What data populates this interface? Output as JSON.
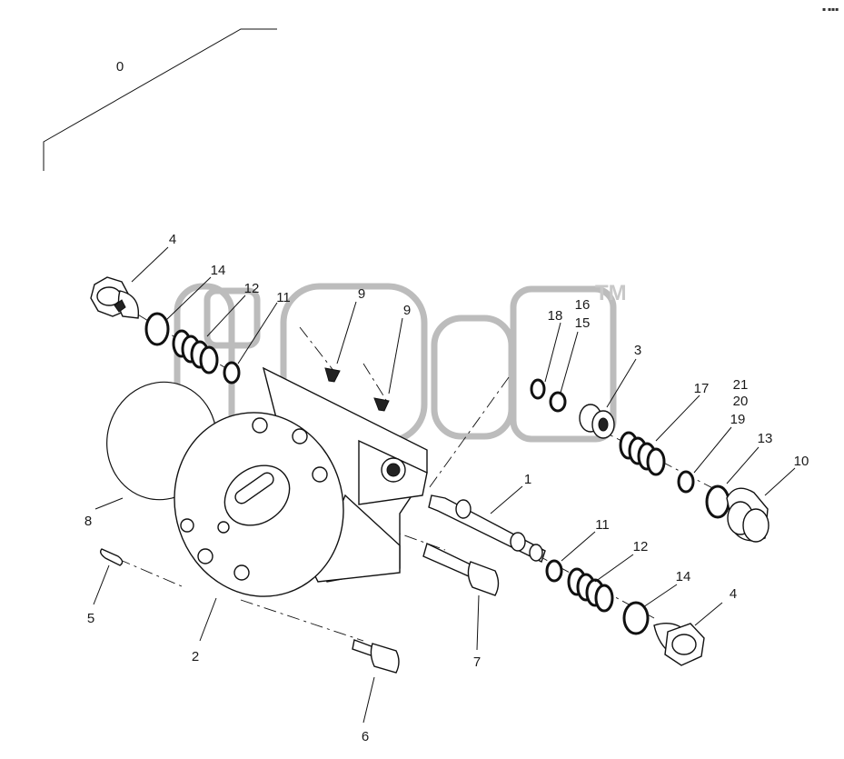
{
  "watermark": {
    "tm": "TM"
  },
  "corner_mark": "▪ ▪▪▪",
  "callouts": {
    "c0": "0",
    "c1": "1",
    "c2": "2",
    "c3": "3",
    "c4a": "4",
    "c4b": "4",
    "c5": "5",
    "c6": "6",
    "c7": "7",
    "c8": "8",
    "c9a": "9",
    "c9b": "9",
    "c10": "10",
    "c11a": "11",
    "c11b": "11",
    "c12a": "12",
    "c12b": "12",
    "c13": "13",
    "c14a": "14",
    "c14b": "14",
    "c15": "15",
    "c16": "16",
    "c17": "17",
    "c18": "18",
    "c19": "19",
    "c20": "20",
    "c21": "21"
  }
}
